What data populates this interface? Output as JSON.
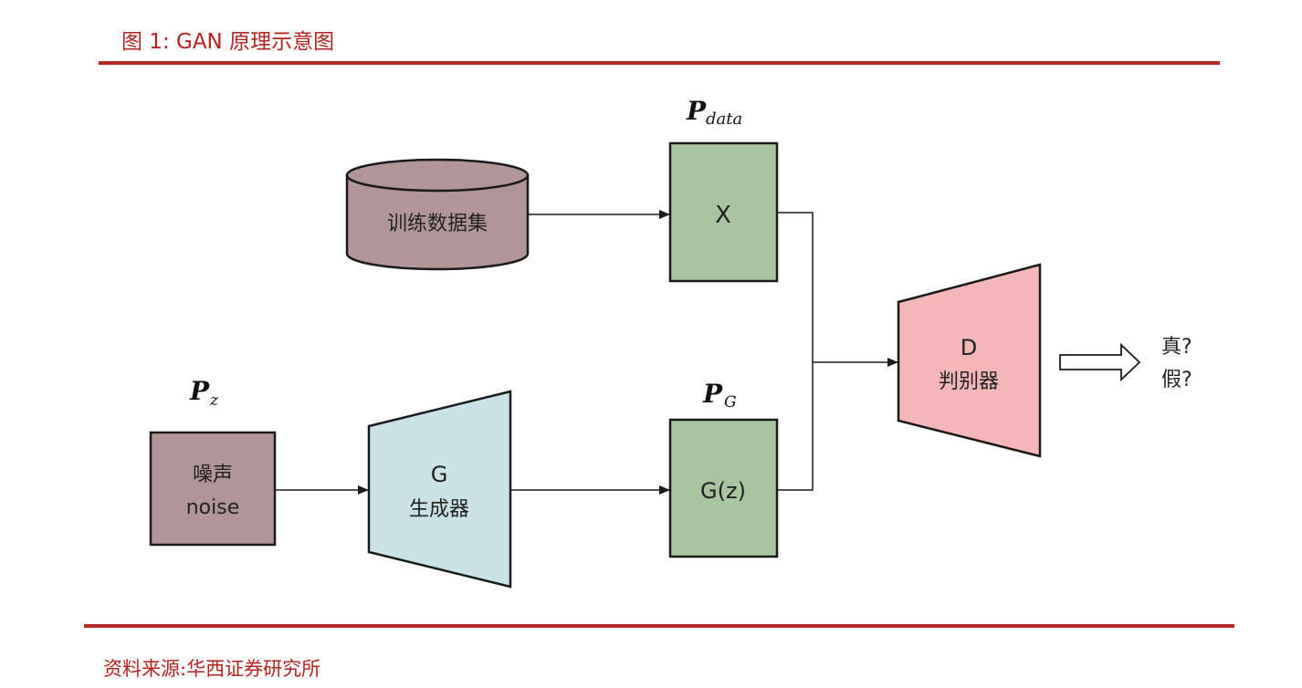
{
  "header": {
    "title": "图 1: GAN 原理示意图"
  },
  "footer": {
    "source": "资料来源:华西证券研究所"
  },
  "diagram": {
    "labels": {
      "p_data": {
        "main": "P",
        "sub": "data"
      },
      "p_z": {
        "main": "P",
        "sub": "z"
      },
      "p_g": {
        "main": "P",
        "sub": "G"
      }
    },
    "nodes": {
      "training_data": "训练数据集",
      "x_box": "X",
      "noise_line1": "噪声",
      "noise_line2": "noise",
      "generator_line1": "G",
      "generator_line2": "生成器",
      "gz_box": "G(z)",
      "discriminator_line1": "D",
      "discriminator_line2": "判别器"
    },
    "output": {
      "real": "真?",
      "fake": "假?"
    },
    "colors": {
      "accent_red": "#b3231f",
      "cylinder_fill": "#b29598",
      "data_box_fill": "#a9c5a0",
      "noise_box_fill": "#b29598",
      "generator_fill": "#c9e2e4",
      "discriminator_fill": "#f4b6b8",
      "stroke": "#1a1a1a"
    }
  }
}
